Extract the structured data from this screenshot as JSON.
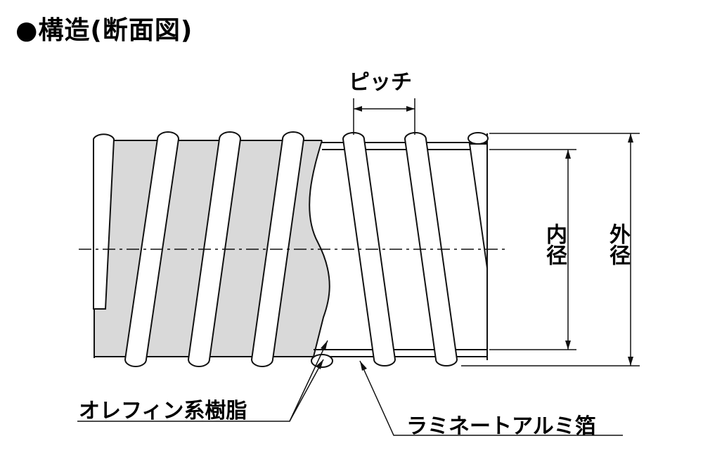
{
  "title": "●構造(断面図)",
  "labels": {
    "pitch": "ピッチ",
    "inner_diameter": "内径",
    "outer_diameter": "外径",
    "olefin_resin": "オレフィン系樹脂",
    "aluminum_foil": "ラミネートアルミ箔"
  },
  "colors": {
    "line": "#111111",
    "cover": "#d9d9d9",
    "wire": "#ffffff"
  }
}
